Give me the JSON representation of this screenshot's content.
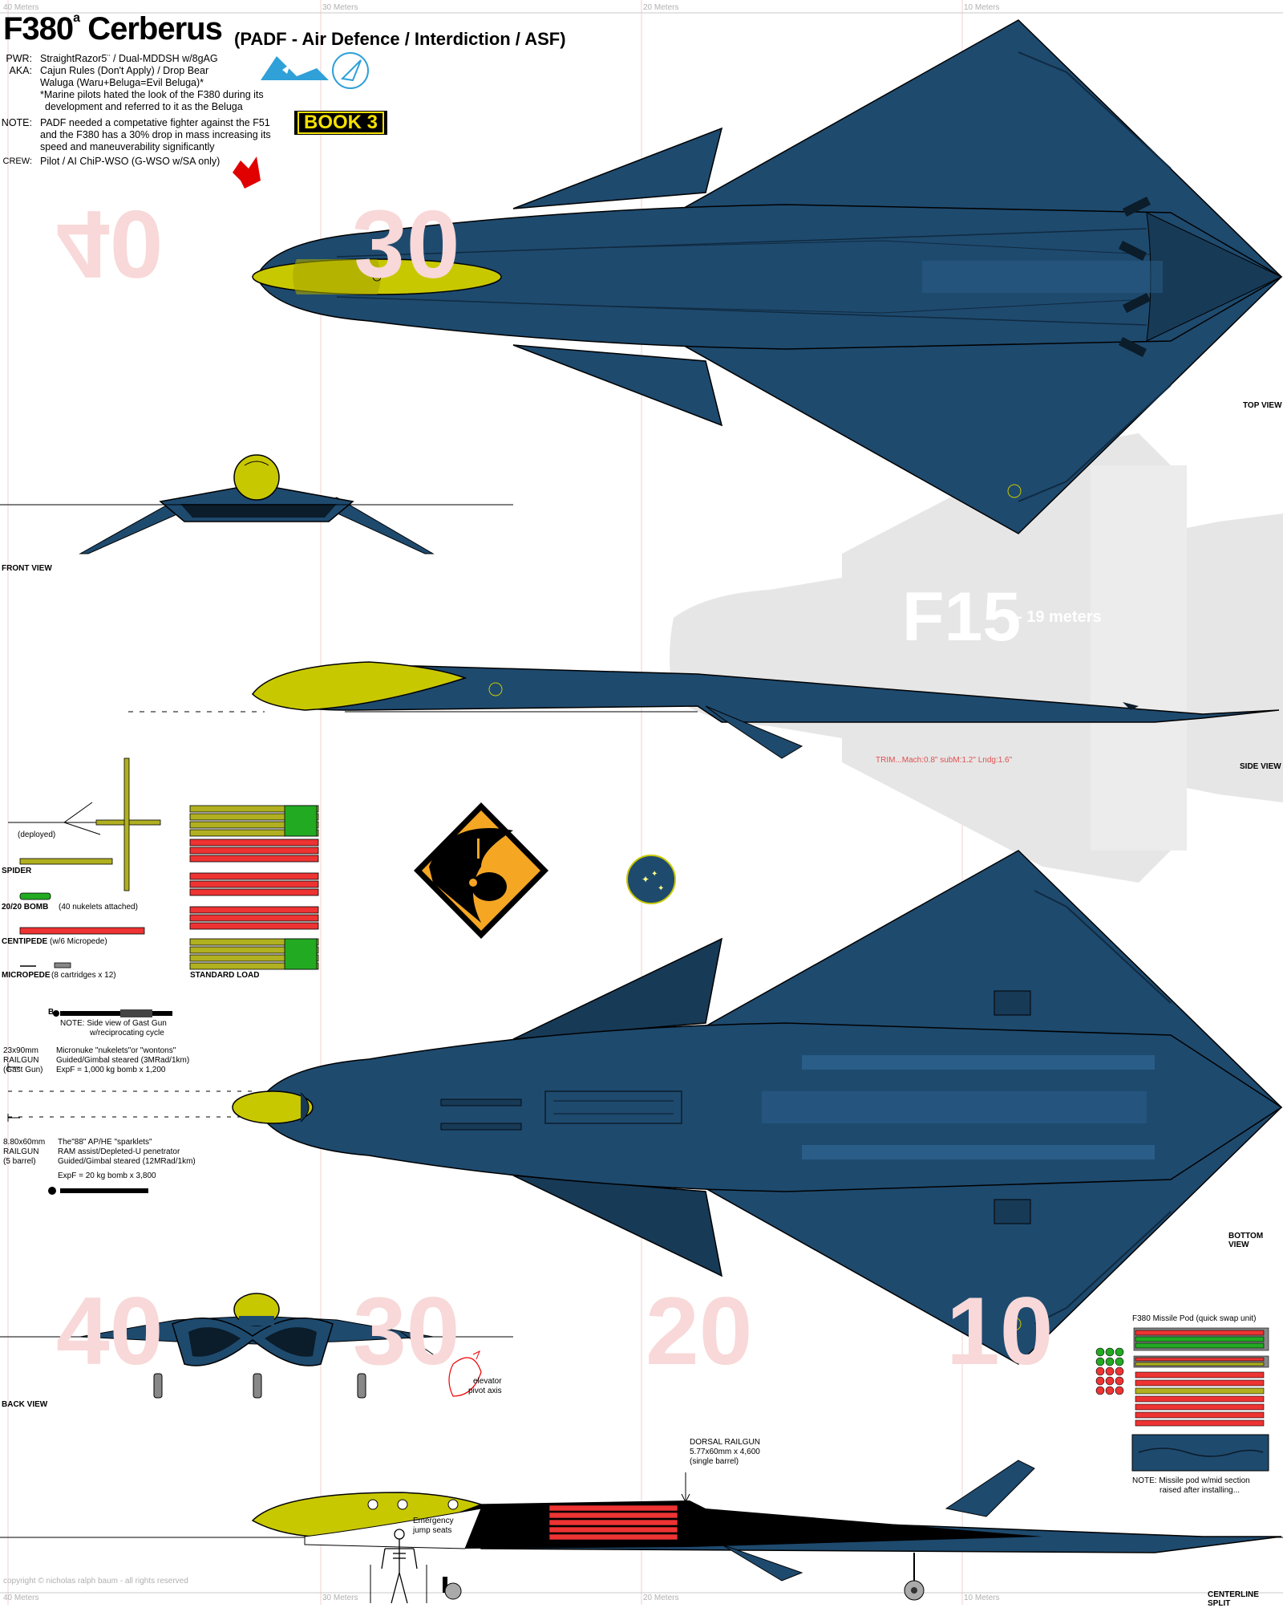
{
  "header": {
    "model": "F380",
    "model_sup": "a",
    "name": "Cerberus",
    "subtitle": "(PADF - Air Defence / Interdiction / ASF)"
  },
  "specs": {
    "pwr_key": "PWR:",
    "pwr_val": "StraightRazor5¨ / Dual-MDDSH w/8gAG",
    "aka_key": "AKA:",
    "aka_line1": "Cajun Rules (Don't Apply) / Drop Bear",
    "aka_line2": "Waluga (Waru+Beluga=Evil Beluga)*",
    "aka_line3": "*Marine pilots hated the look of the F380 during its",
    "aka_line4": "development and referred to it as the Beluga",
    "note_key": "NOTE:",
    "note_line1": "PADF needed a competative fighter against the F51",
    "note_line2": "and the F380 has a 30% drop in mass increasing its",
    "note_line3": "speed and maneuverability significantly",
    "crew_key": "CREW:",
    "crew_val": "Pilot / AI ChiP-WSO (G-WSO w/SA only)"
  },
  "book_badge": "BOOK 3",
  "rulers": {
    "top": [
      "40 Meters",
      "30 Meters",
      "20 Meters",
      "10 Meters"
    ],
    "bottom": [
      "40 Meters",
      "30 Meters",
      "20 Meters",
      "10 Meters"
    ]
  },
  "big_numbers_top": [
    "40",
    "30"
  ],
  "big_numbers_bottom": [
    "40",
    "30",
    "20",
    "10"
  ],
  "views": {
    "top": "TOP VIEW",
    "front": "FRONT VIEW",
    "side": "SIDE VIEW",
    "bottom": "BOTTOM VIEW",
    "back": "BACK VIEW",
    "centerline": "CENTERLINE SPLIT"
  },
  "f15": {
    "label": "F15",
    "size": "- 19 meters"
  },
  "trim": "TRIM...Mach:0.8\" subM:1.2\" Lndg:1.6\"",
  "weapons": {
    "deployed": "(deployed)",
    "spider": "SPIDER",
    "bomb": "20/20 BOMB",
    "bomb_note": "(40 nukelets attached)",
    "centipede": "CENTIPEDE",
    "centipede_note": "(w/6 Micropede)",
    "micropede": "MICROPEDE",
    "micropede_note": "(8 cartridges x 12)",
    "standard_load": "STANDARD LOAD"
  },
  "guns": {
    "b_letter": "B",
    "note1": "NOTE: Side view of Gast Gun",
    "note2": "w/reciprocating cycle",
    "rg1_a": "23x90mm",
    "rg1_b": "RAILGUN",
    "rg1_c": "(Gast Gun)",
    "rg1_d1": "Micronuke \"nukelets\"or \"wontons\"",
    "rg1_d2": "Guided/Gimbal steared (3MRad/1km)",
    "rg1_d3": "ExpF = 1,000 kg bomb x 1,200",
    "rg2_a": "8.80x60mm",
    "rg2_b": "RAILGUN",
    "rg2_c": "(5 barrel)",
    "rg2_d1": "The\"88\" AP/HE \"sparklets\"",
    "rg2_d2": "RAM assist/Depleted-U penetrator",
    "rg2_d3": "Guided/Gimbal steared (12MRad/1km)",
    "rg2_d4": "ExpF = 20 kg bomb x 3,800"
  },
  "elevator": {
    "l1": "elevator",
    "l2": "pivot axis"
  },
  "dorsal": {
    "l1": "DORSAL RAILGUN",
    "l2": "5.77x60mm x 4,600",
    "l3": "(single barrel)"
  },
  "emergency": {
    "l1": "Emergency",
    "l2": "jump seats"
  },
  "missile_pod": {
    "title": "F380 Missile Pod (quick swap unit)",
    "note1": "NOTE: Missile pod w/mid section",
    "note2": "raised after installing..."
  },
  "copyright": "copyright © nicholas ralph baum - all rights reserved",
  "colors": {
    "hull": "#1e4a6e",
    "hull_dark": "#173a57",
    "hull_light": "#2a5e88",
    "canopy": "#c8c800",
    "missile_red": "#ee3333",
    "missile_green": "#22aa22",
    "missile_olive": "#b0b020",
    "f15_grey": "#e6e6e6",
    "numbers": "#f8d8d8"
  }
}
